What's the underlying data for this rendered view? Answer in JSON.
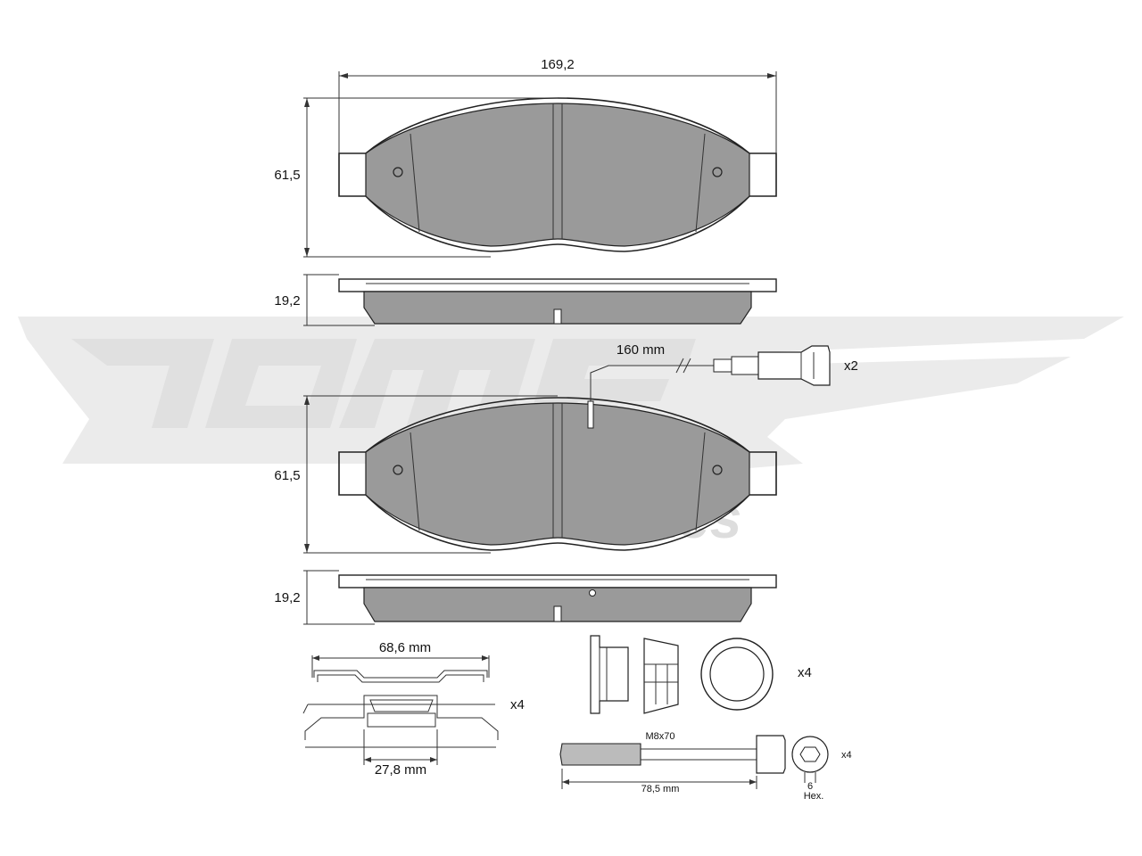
{
  "watermark": {
    "brand": "TOMEX",
    "sub": "brakes"
  },
  "colors": {
    "pad_fill": "#9a9a9a",
    "backplate_fill": "#ffffff",
    "outline": "#222222",
    "watermark": "#dddddd"
  },
  "pad_top": {
    "width": "169,2",
    "height": "61,5",
    "thickness": "19,2"
  },
  "pad_bottom": {
    "height": "61,5",
    "thickness": "19,2",
    "wire_length": "160 mm",
    "sensor_qty": "x2"
  },
  "clip": {
    "width": "68,6 mm",
    "inner": "27,8 mm",
    "qty": "x4"
  },
  "bushing": {
    "qty": "x4"
  },
  "bolt": {
    "thread": "M8x70",
    "length": "78,5 mm",
    "head_size": "6",
    "head_type": "Hex.",
    "qty": "x4"
  }
}
